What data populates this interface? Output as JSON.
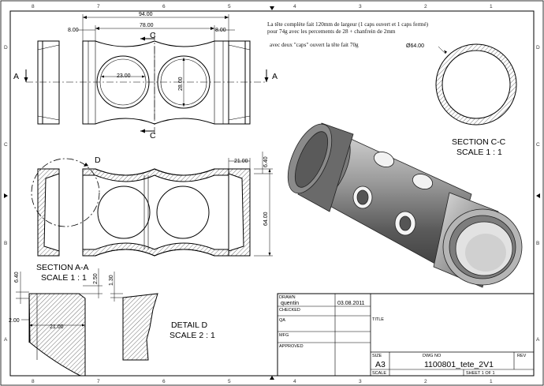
{
  "notes": {
    "line1": "La tête complète fait 120mm de largeur (1 caps ouvert et 1 caps fermé)",
    "line2": "pour 74g avec les percements de 28 + chanfrein de 2mm",
    "line3": "avec deux \"caps\" ouvert la tête fait 70g"
  },
  "zones": {
    "columns": [
      "8",
      "7",
      "6",
      "5",
      "4",
      "3",
      "2",
      "1"
    ],
    "rows": [
      "D",
      "C",
      "B",
      "A"
    ]
  },
  "dimensions": {
    "overall_width": "94.00",
    "inner_width": "78.00",
    "left_margin": "8.00",
    "right_margin": "8.00",
    "hole_horizontal": "23.00",
    "hole_vertical": "28.00",
    "outer_diameter": "Ø64.00",
    "cap_width": "21.00",
    "cap_height": "64.00",
    "cap_lip": "6.40",
    "detail_lip": "6.40",
    "detail_step_1": "2.50",
    "detail_step_2": "1.30",
    "detail_offset": "2.00",
    "detail_width": "21.00"
  },
  "markers": {
    "section_a_left": "A",
    "section_a_right": "A",
    "section_c_top": "C",
    "section_c_bottom": "C",
    "detail_d": "D"
  },
  "labels": {
    "section_aa_title": "SECTION A-A",
    "section_aa_scale": "SCALE 1 : 1",
    "section_cc_title": "SECTION C-C",
    "section_cc_scale": "SCALE 1 : 1",
    "detail_d_title": "DETAIL  D",
    "detail_d_scale": "SCALE 2 : 1"
  },
  "title_block": {
    "drawn_label": "DRAWN",
    "drawn_name": "quentin",
    "drawn_date": "03.08.2011",
    "checked_label": "CHECKED",
    "qa_label": "QA",
    "mfg_label": "MFG",
    "approved_label": "APPROVED",
    "title_label": "TITLE",
    "size_label": "SIZE",
    "size_value": "A3",
    "dwg_no_label": "DWG NO",
    "dwg_no_value": "1100801_tete_2V1",
    "rev_label": "REV",
    "scale_label": "SCALE",
    "sheet_value": "SHEET 1  OF 1"
  },
  "colors": {
    "line": "#000000",
    "hatch": "#333333",
    "render_dark": "#4a4a4a",
    "render_mid": "#8c8c8c",
    "render_light": "#d6d6d6"
  }
}
